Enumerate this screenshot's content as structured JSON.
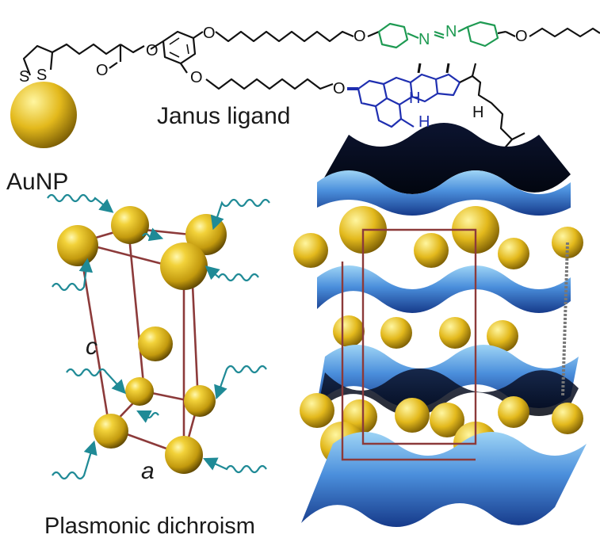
{
  "labels": {
    "janus": "Janus ligand",
    "aunp": "AuNP",
    "plasmonic": "Plasmonic dichroism",
    "axis_c": "c",
    "axis_a": "a",
    "atom_s": "S",
    "atom_o": "O",
    "atom_n": "N",
    "atom_h": "H"
  },
  "colors": {
    "gold": "#d8b41a",
    "gold_dark": "#8a6a00",
    "azo_green": "#1e9a52",
    "cholesterol_blue": "#1f2fb0",
    "wave_teal": "#1f8a96",
    "cell_edge": "#8c3a3a",
    "membrane_blue": "#3f7fd0",
    "membrane_dark": "#0a1a40"
  }
}
